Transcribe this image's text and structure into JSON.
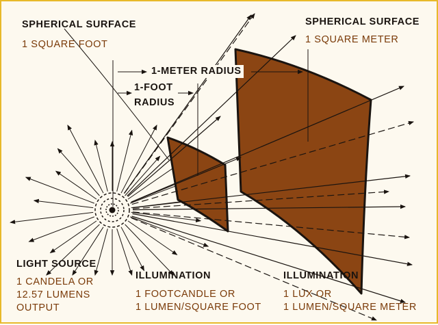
{
  "colors": {
    "surface_fill": "#8b4513",
    "line": "#1a1410",
    "label_text": "#1a1410",
    "detail_text": "#7a3a08",
    "background": "#fdf9ef",
    "frame": "#e8b92a"
  },
  "labels": {
    "small_surface_title": "SPHERICAL SURFACE",
    "small_surface_area": "1 SQUARE FOOT",
    "large_surface_title": "SPHERICAL SURFACE",
    "large_surface_area": "1 SQUARE METER",
    "meter_radius": "1-METER RADIUS",
    "foot_radius_line1": "1-FOOT",
    "foot_radius_line2": "RADIUS",
    "source_title": "LIGHT SOURCE",
    "source_line1": "1 CANDELA OR",
    "source_line2": "12.57 LUMENS",
    "source_line3": "OUTPUT",
    "illum_foot_title": "ILLUMINATION",
    "illum_foot_line1": "1 FOOTCANDLE OR",
    "illum_foot_line2": "1 LUMEN/SQUARE FOOT",
    "illum_meter_title": "ILLUMINATION",
    "illum_meter_line1": "1 LUX OR",
    "illum_meter_line2": "1 LUMEN/SQUARE METER"
  }
}
